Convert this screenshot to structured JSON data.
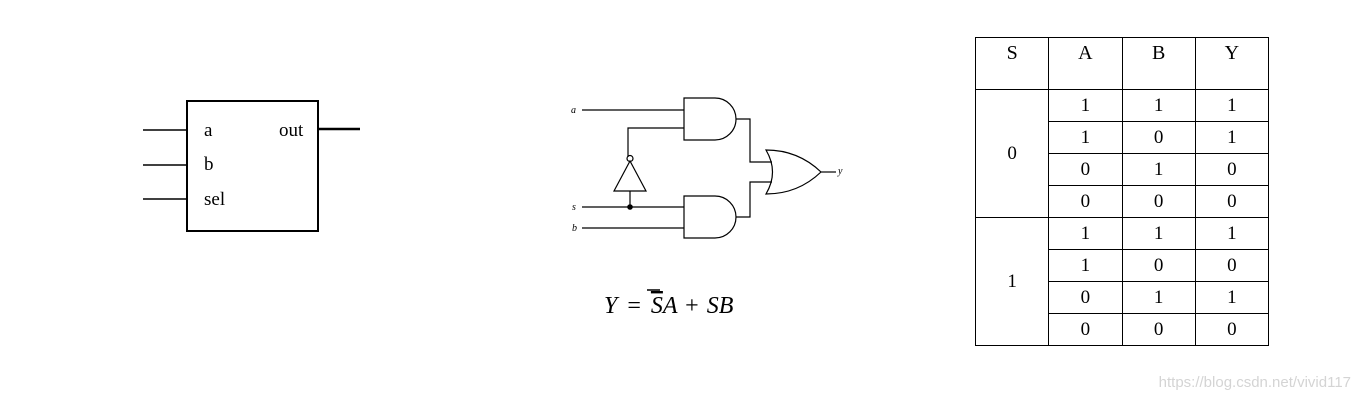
{
  "block": {
    "inputs": [
      "a",
      "b",
      "sel"
    ],
    "output": "out"
  },
  "circuit": {
    "input_labels": [
      "a",
      "s",
      "b"
    ],
    "output_label": "y"
  },
  "equation": {
    "lhs": "Y",
    "equals": "=",
    "term1_not": "S",
    "term1_var": "A",
    "plus": "+",
    "term2": "SB"
  },
  "truth_table": {
    "headers": [
      "S",
      "A",
      "B",
      "Y"
    ],
    "groups": [
      {
        "s": "0",
        "rows": [
          [
            "1",
            "1",
            "1"
          ],
          [
            "1",
            "0",
            "1"
          ],
          [
            "0",
            "1",
            "0"
          ],
          [
            "0",
            "0",
            "0"
          ]
        ]
      },
      {
        "s": "1",
        "rows": [
          [
            "1",
            "1",
            "1"
          ],
          [
            "1",
            "0",
            "0"
          ],
          [
            "0",
            "1",
            "1"
          ],
          [
            "0",
            "0",
            "0"
          ]
        ]
      }
    ]
  },
  "watermark": "https://blog.csdn.net/vivid117"
}
